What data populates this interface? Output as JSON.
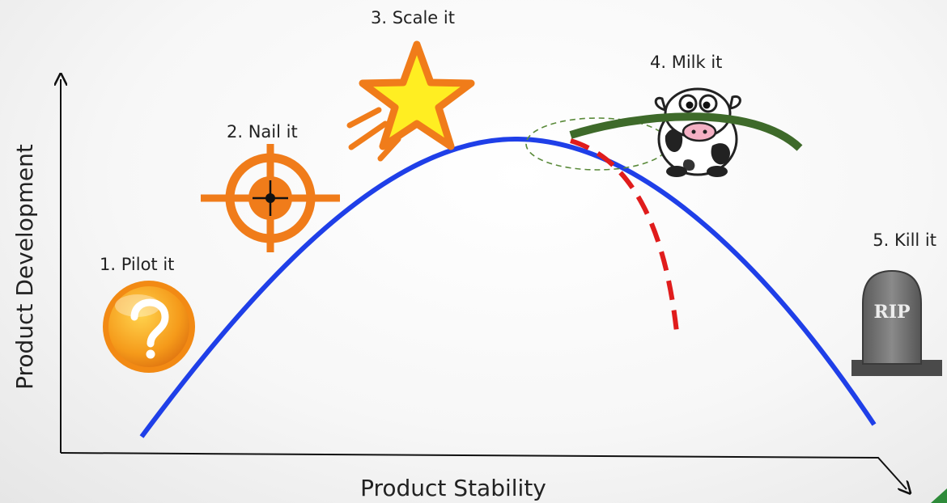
{
  "axes": {
    "y_label": "Product Development",
    "x_label": "Product Stability"
  },
  "stages": [
    {
      "label": "1. Pilot it",
      "icon": "question-badge-icon"
    },
    {
      "label": "2. Nail it",
      "icon": "target-crosshair-icon"
    },
    {
      "label": "3. Scale it",
      "icon": "star-icon"
    },
    {
      "label": "4. Milk it",
      "icon": "cow-icon"
    },
    {
      "label": "5. Kill it",
      "icon": "tombstone-icon"
    }
  ],
  "tombstone_text": "RIP",
  "colors": {
    "curve": "#1f3fe8",
    "orange": "#f07c1a",
    "milk_curve": "#3e6a2a",
    "decline_dash": "#e01c1c",
    "highlight_ellipse": "#5a8a3a",
    "corner_accent": "#2e8b3a"
  }
}
